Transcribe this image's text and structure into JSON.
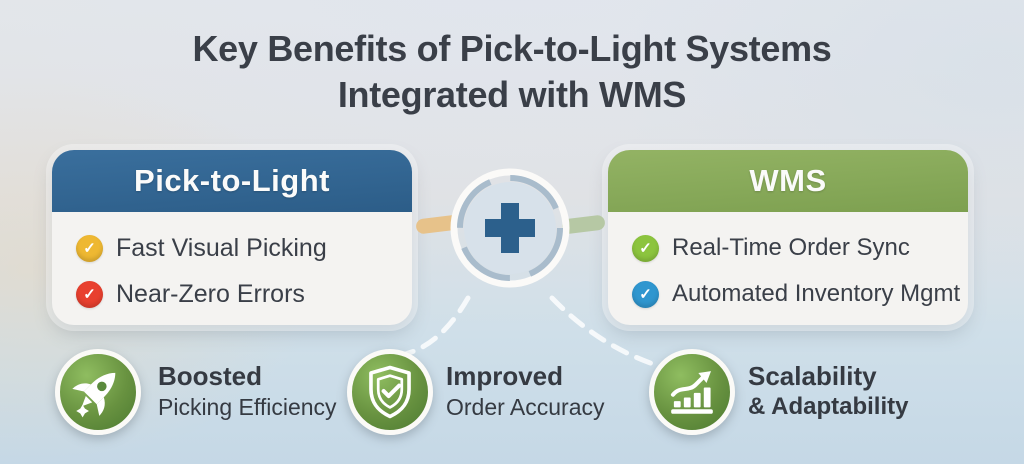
{
  "title": {
    "line1": "Key Benefits of Pick-to-Light Systems",
    "line2": "Integrated with WMS"
  },
  "left_card": {
    "header": "Pick-to-Light",
    "items": [
      {
        "icon": "check-circle-icon",
        "color": "#eeb832",
        "label": "Fast Visual Picking"
      },
      {
        "icon": "check-circle-icon",
        "color": "#e8402f",
        "label": "Near-Zero Errors"
      }
    ]
  },
  "right_card": {
    "header": "WMS",
    "items": [
      {
        "icon": "check-circle-icon",
        "color": "#8cc43e",
        "label": "Real-Time Order Sync"
      },
      {
        "icon": "check-circle-icon",
        "color": "#2f96cf",
        "label": "Automated Inventory Mgmt"
      }
    ]
  },
  "hub": {
    "icon": "plus-icon",
    "plus_color": "#2c608c",
    "inner_disc_color": "#d7e1ea",
    "ring_color": "#a9bccc",
    "outer_ring_color": "#fbfaf8",
    "connector_left_color": "#e7c28a",
    "connector_right_color": "#b6c8a4"
  },
  "benefits": [
    {
      "icon": "rocket-icon",
      "line1": "Boosted",
      "line2": "Picking Efficiency"
    },
    {
      "icon": "shield-check-icon",
      "line1": "Improved",
      "line2": "Order Accuracy"
    },
    {
      "icon": "growth-chart-icon",
      "line1": "Scalability",
      "line2": "& Adaptability"
    }
  ],
  "glyphs": {
    "check": "✓"
  },
  "colors": {
    "title_text": "#3a3f48",
    "body_text": "#3a3f48",
    "left_header_bg": "#2f6390",
    "right_header_bg": "#86a758",
    "card_body_bg": "#f4f3f1",
    "benefit_circle_green": "#6a9440",
    "background_top": "#e3e6ea",
    "background_bottom": "#c5d8e6"
  }
}
